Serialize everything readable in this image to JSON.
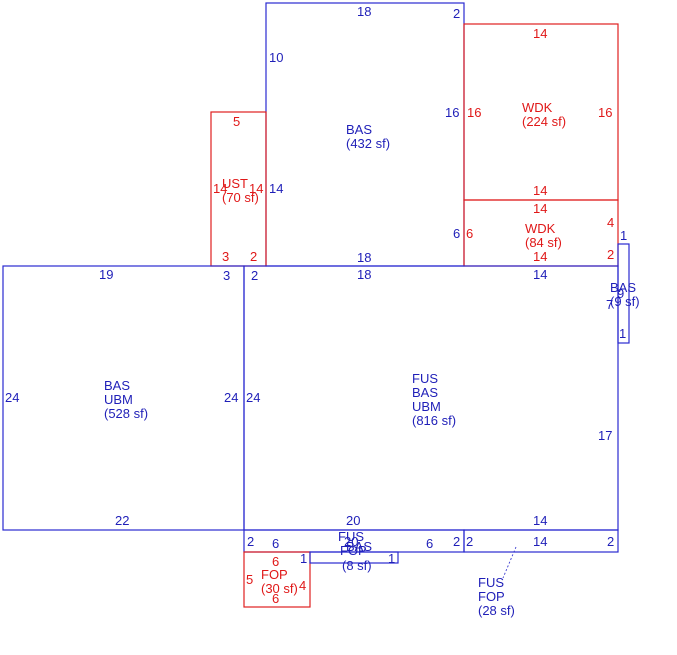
{
  "colors": {
    "blue": "#1f1fb8",
    "red": "#e01818"
  },
  "rooms": {
    "bas_top": {
      "code": "BAS",
      "area": "(432 sf)"
    },
    "wdk_large": {
      "code": "WDK",
      "area": "(224 sf)"
    },
    "wdk_small": {
      "code": "WDK",
      "area": "(84 sf)"
    },
    "ust": {
      "code": "UST",
      "area": "(70 sf)"
    },
    "bas_small": {
      "code": "BAS",
      "area": "(9 sf)"
    },
    "bas_left": {
      "line1": "BAS",
      "line2": "UBM",
      "area": "(528 sf)"
    },
    "fus_main": {
      "line1": "FUS",
      "line2": "BAS",
      "line3": "UBM",
      "area": "(816 sf)"
    },
    "fop_small": {
      "code": "FOP",
      "area": "(30 sf)"
    },
    "fus_bottom_overlap": {
      "line1": "FUS",
      "line2": "FOP",
      "line3": "BAS",
      "area": "(8 sf)"
    },
    "fus_fop": {
      "line1": "FUS",
      "line2": "FOP",
      "area": "(28 sf)"
    }
  },
  "dimensions": {
    "bas_top_top": "18",
    "bas_top_corner": "2",
    "bas_top_left": "10",
    "bas_top_right": "16",
    "bas_top_left_lower": "14",
    "bas_top_bottom": "18",
    "bas_top_right_lower": "6",
    "wdk_large_top": "14",
    "wdk_large_left": "16",
    "wdk_large_right": "16",
    "wdk_large_bottom": "14",
    "wdk_small_top": "14",
    "wdk_small_left": "6",
    "wdk_small_right": "4",
    "wdk_small_bottom": "14",
    "wdk_small_corner": "2",
    "ust_top": "5",
    "ust_left": "14",
    "ust_right": "14",
    "ust_bottom_left": "3",
    "ust_bottom_right": "2",
    "bas_small_top": "1",
    "bas_small_left": "7",
    "bas_small_right": "9",
    "bas_small_bottom": "1",
    "bas_left_top": "19",
    "bas_left_left": "24",
    "bas_left_right": "24",
    "bas_left_bottom": "22",
    "bas_left_corner": "3",
    "fus_main_top_left": "2",
    "fus_main_top": "18",
    "fus_main_top_right": "14",
    "fus_main_left": "24",
    "fus_main_right": "17",
    "fus_main_bottom": "20",
    "fus_main_bottom_right": "14",
    "bottom_strip_left_corner": "2",
    "bottom_strip_left": "6",
    "bottom_strip_mid": "6",
    "bottom_strip_mid_corner": "2",
    "bottom_strip_right_corner": "2",
    "bottom_strip_right": "14",
    "bottom_strip_far_corner": "2",
    "fop_top": "6",
    "fop_left": "5",
    "fop_right": "4",
    "fop_bottom": "6",
    "fop_small_corner": "1",
    "overlap_top": "20",
    "overlap_left": "1",
    "overlap_right": "1"
  }
}
